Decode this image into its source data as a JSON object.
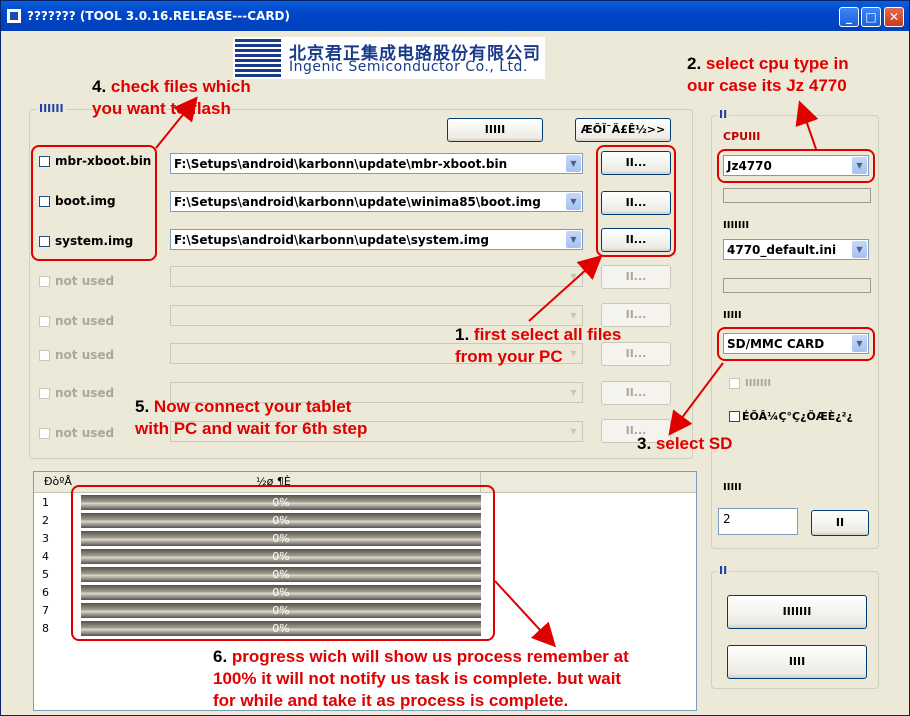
{
  "window": {
    "title": "??????? (TOOL 3.0.16.RELEASE---CARD)",
    "min": "_",
    "max": "□",
    "close": "✕"
  },
  "logo": {
    "cn": "北京君正集成电路股份有限公司",
    "en": "Ingenic Semiconductor Co., Ltd."
  },
  "files_group": {
    "label": "IIIIII",
    "top_button": "IIIII",
    "config_button": "ÆÕÏ¯Ä£Ê½>>",
    "rows": [
      {
        "label": "mbr-xboot.bin",
        "path": "F:\\Setups\\android\\karbonn\\update\\mbr-xboot.bin",
        "browse": "II..."
      },
      {
        "label": "boot.img",
        "path": "F:\\Setups\\android\\karbonn\\update\\winima85\\boot.img",
        "browse": "II..."
      },
      {
        "label": "system.img",
        "path": "F:\\Setups\\android\\karbonn\\update\\system.img",
        "browse": "II..."
      },
      {
        "label": "not used",
        "path": "",
        "browse": "II..."
      },
      {
        "label": "not used",
        "path": "",
        "browse": "II..."
      },
      {
        "label": "not used",
        "path": "",
        "browse": "II..."
      },
      {
        "label": "not used",
        "path": "",
        "browse": "II..."
      },
      {
        "label": "not used",
        "path": "",
        "browse": "II..."
      }
    ]
  },
  "progress_list": {
    "col_index": "ÐòºÅ",
    "col_progress": "½ø  ¶È",
    "rows": [
      {
        "index": "1",
        "pct": "0%"
      },
      {
        "index": "2",
        "pct": "0%"
      },
      {
        "index": "3",
        "pct": "0%"
      },
      {
        "index": "4",
        "pct": "0%"
      },
      {
        "index": "5",
        "pct": "0%"
      },
      {
        "index": "6",
        "pct": "0%"
      },
      {
        "index": "7",
        "pct": "0%"
      },
      {
        "index": "8",
        "pct": "0%"
      }
    ]
  },
  "right_panel": {
    "label": "II",
    "cpu_label": "CPUIII",
    "cpu_value": "Jz4770",
    "ini_label": "IIIIIII",
    "ini_value": "4770_default.ini",
    "dev_label": "IIIII",
    "dev_value": "SD/MMC CARD",
    "check1_label": "IIIIIII",
    "check2_label": "ÉÕÂ¼Ç°Ç¿ÖÆÈ¿²¿",
    "count_label": "IIIII",
    "count_value": "2",
    "count_button": "II"
  },
  "right_panel2": {
    "label": "II",
    "button1": "IIIIIII",
    "button2": "IIII"
  },
  "annotations": {
    "a1_num": "1.",
    "a1_l1": "first select all files",
    "a1_l2": "from your PC",
    "a2_num": "2.",
    "a2_l1": "select cpu type in",
    "a2_l2": "our case its Jz 4770",
    "a3_num": "3.",
    "a3_l1": "select SD",
    "a4_num": "4.",
    "a4_l1": "check files which",
    "a4_l2": "you want to flash",
    "a5_num": "5.",
    "a5_l1": "Now connect your tablet",
    "a5_l2": "with PC and wait for 6th step",
    "a6_num": "6.",
    "a6_l1": "progress wich will show us process remember at",
    "a6_l2": "100% it will not notify us task is complete. but wait",
    "a6_l3": "for while and take it as process is complete."
  },
  "colors": {
    "annotation": "#e00000",
    "titlebar": "#0046c8"
  }
}
